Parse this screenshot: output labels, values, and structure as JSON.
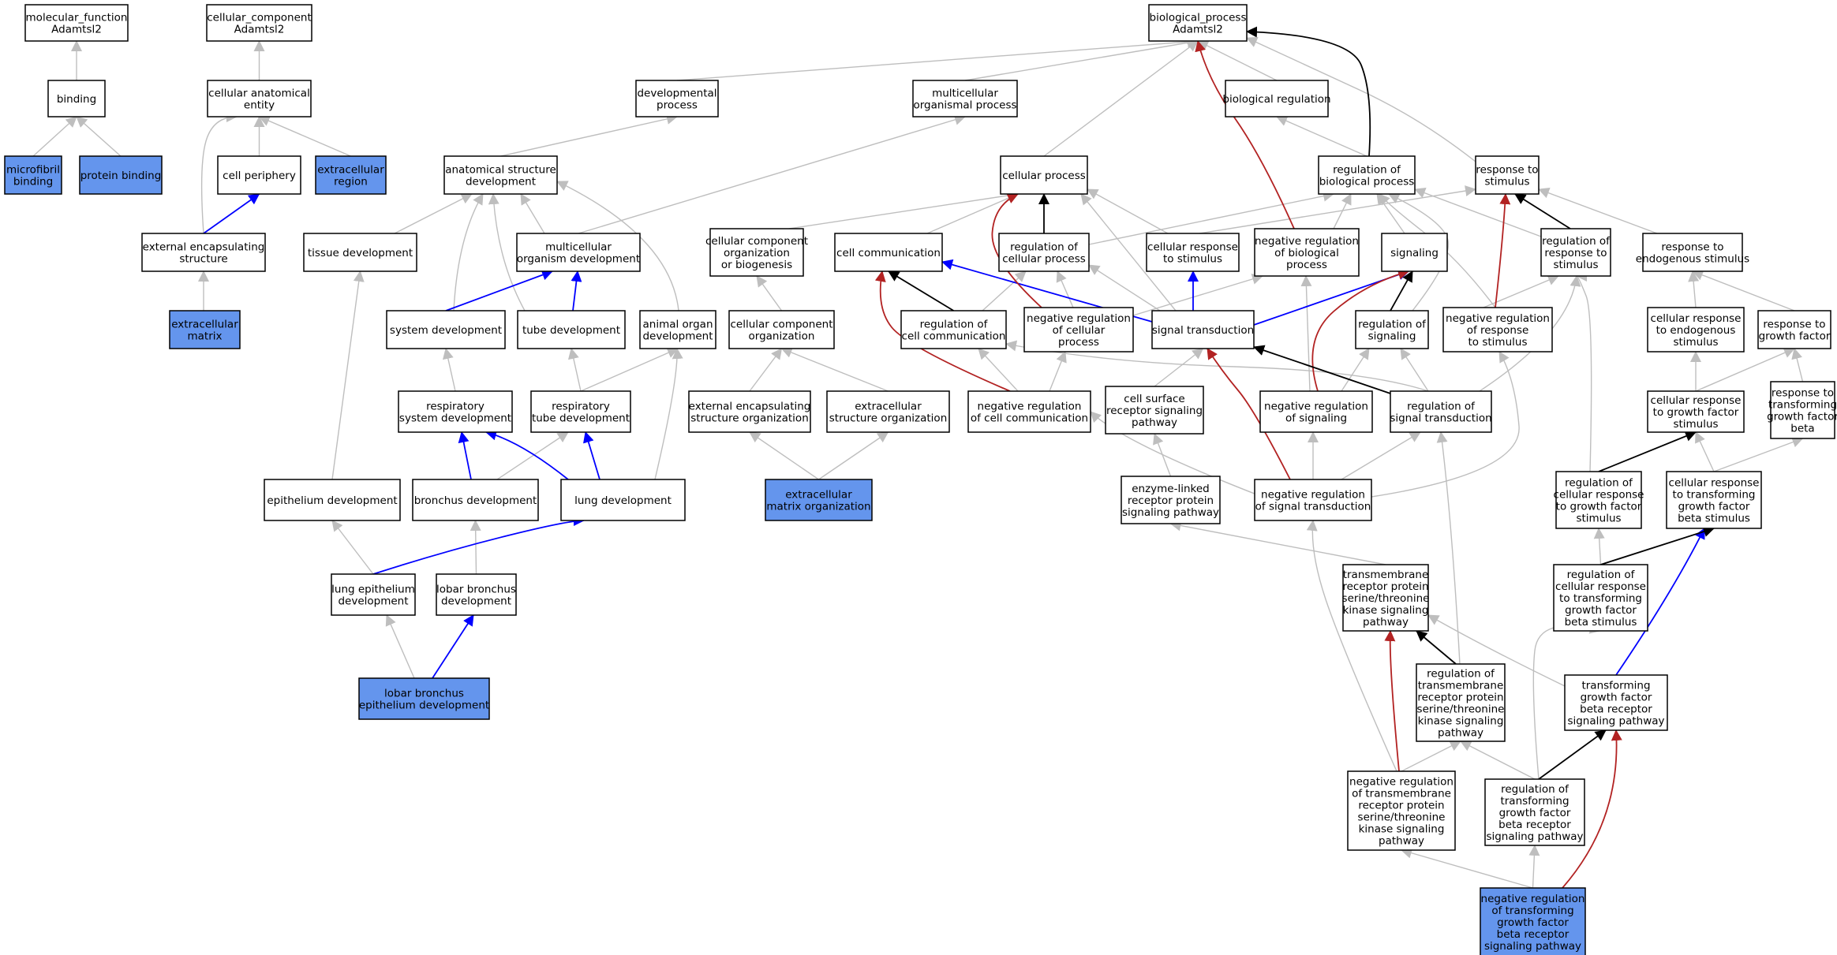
{
  "colors": {
    "plain_fill": "#ffffff",
    "highlight_fill": "#6495ed",
    "is_a_edge": "#bebebe",
    "part_of_edge": "#000000",
    "regulates_edge": "#0000ff",
    "negatively_regulates_edge": "#b22222"
  },
  "nodes": [
    {
      "id": "mf",
      "lines": [
        "molecular_function",
        "Adamtsl2"
      ],
      "highlight": false
    },
    {
      "id": "binding",
      "lines": [
        "binding"
      ],
      "highlight": false
    },
    {
      "id": "microfibril",
      "lines": [
        "microfibril",
        "binding"
      ],
      "highlight": true
    },
    {
      "id": "protbind",
      "lines": [
        "protein binding"
      ],
      "highlight": true
    },
    {
      "id": "cc",
      "lines": [
        "cellular_component",
        "Adamtsl2"
      ],
      "highlight": false
    },
    {
      "id": "cae",
      "lines": [
        "cellular anatomical",
        "entity"
      ],
      "highlight": false
    },
    {
      "id": "cellper",
      "lines": [
        "cell periphery"
      ],
      "highlight": false
    },
    {
      "id": "extreg",
      "lines": [
        "extracellular",
        "region"
      ],
      "highlight": true
    },
    {
      "id": "extenc",
      "lines": [
        "external encapsulating",
        "structure"
      ],
      "highlight": false
    },
    {
      "id": "ecm",
      "lines": [
        "extracellular",
        "matrix"
      ],
      "highlight": true
    },
    {
      "id": "bp",
      "lines": [
        "biological_process",
        "Adamtsl2"
      ],
      "highlight": false
    },
    {
      "id": "devproc",
      "lines": [
        "developmental",
        "process"
      ],
      "highlight": false
    },
    {
      "id": "multiproc",
      "lines": [
        "multicellular",
        "organismal process"
      ],
      "highlight": false
    },
    {
      "id": "bioreg",
      "lines": [
        "biological regulation"
      ],
      "highlight": false
    },
    {
      "id": "asd",
      "lines": [
        "anatomical structure",
        "development"
      ],
      "highlight": false
    },
    {
      "id": "cellproc",
      "lines": [
        "cellular process"
      ],
      "highlight": false
    },
    {
      "id": "regbio",
      "lines": [
        "regulation of",
        "biological process"
      ],
      "highlight": false
    },
    {
      "id": "resp",
      "lines": [
        "response to",
        "stimulus"
      ],
      "highlight": false
    },
    {
      "id": "tissue",
      "lines": [
        "tissue development"
      ],
      "highlight": false
    },
    {
      "id": "mod",
      "lines": [
        "multicellular",
        "organism development"
      ],
      "highlight": false
    },
    {
      "id": "ccorg",
      "lines": [
        "cellular component",
        "organization",
        "or biogenesis"
      ],
      "highlight": false
    },
    {
      "id": "cellcomm",
      "lines": [
        "cell communication"
      ],
      "highlight": false
    },
    {
      "id": "regcell",
      "lines": [
        "regulation of",
        "cellular process"
      ],
      "highlight": false
    },
    {
      "id": "cellresp",
      "lines": [
        "cellular response",
        "to stimulus"
      ],
      "highlight": false
    },
    {
      "id": "negbio",
      "lines": [
        "negative regulation",
        "of biological",
        "process"
      ],
      "highlight": false
    },
    {
      "id": "signaling",
      "lines": [
        "signaling"
      ],
      "highlight": false
    },
    {
      "id": "regresp",
      "lines": [
        "regulation of",
        "response to",
        "stimulus"
      ],
      "highlight": false
    },
    {
      "id": "respendo",
      "lines": [
        "response to",
        "endogenous stimulus"
      ],
      "highlight": false
    },
    {
      "id": "sysdev",
      "lines": [
        "system development"
      ],
      "highlight": false
    },
    {
      "id": "tubedev",
      "lines": [
        "tube development"
      ],
      "highlight": false
    },
    {
      "id": "animal",
      "lines": [
        "animal organ",
        "development"
      ],
      "highlight": false
    },
    {
      "id": "ccorg2",
      "lines": [
        "cellular component",
        "organization"
      ],
      "highlight": false
    },
    {
      "id": "regcomm",
      "lines": [
        "regulation of",
        "cell communication"
      ],
      "highlight": false
    },
    {
      "id": "negcell",
      "lines": [
        "negative regulation",
        "of cellular",
        "process"
      ],
      "highlight": false
    },
    {
      "id": "sigtrans",
      "lines": [
        "signal transduction"
      ],
      "highlight": false
    },
    {
      "id": "regsig",
      "lines": [
        "regulation of",
        "signaling"
      ],
      "highlight": false
    },
    {
      "id": "negresp",
      "lines": [
        "negative regulation",
        "of response",
        "to stimulus"
      ],
      "highlight": false
    },
    {
      "id": "crendo",
      "lines": [
        "cellular response",
        "to endogenous",
        "stimulus"
      ],
      "highlight": false
    },
    {
      "id": "respgf",
      "lines": [
        "response to",
        "growth factor"
      ],
      "highlight": false
    },
    {
      "id": "respsys",
      "lines": [
        "respiratory",
        "system development"
      ],
      "highlight": false
    },
    {
      "id": "resptube",
      "lines": [
        "respiratory",
        "tube development"
      ],
      "highlight": false
    },
    {
      "id": "extencorg",
      "lines": [
        "external encapsulating",
        "structure organization"
      ],
      "highlight": false
    },
    {
      "id": "extstruct",
      "lines": [
        "extracellular",
        "structure organization"
      ],
      "highlight": false
    },
    {
      "id": "negcomm",
      "lines": [
        "negative regulation",
        "of cell communication"
      ],
      "highlight": false
    },
    {
      "id": "csrsp",
      "lines": [
        "cell surface",
        "receptor signaling",
        "pathway"
      ],
      "highlight": false
    },
    {
      "id": "negsig",
      "lines": [
        "negative regulation",
        "of signaling"
      ],
      "highlight": false
    },
    {
      "id": "regst",
      "lines": [
        "regulation of",
        "signal transduction"
      ],
      "highlight": false
    },
    {
      "id": "crgf",
      "lines": [
        "cellular response",
        "to growth factor",
        "stimulus"
      ],
      "highlight": false
    },
    {
      "id": "rtgfb",
      "lines": [
        "response to",
        "transforming",
        "growth factor",
        "beta"
      ],
      "highlight": false
    },
    {
      "id": "epdev",
      "lines": [
        "epithelium development"
      ],
      "highlight": false
    },
    {
      "id": "bronch",
      "lines": [
        "bronchus development"
      ],
      "highlight": false
    },
    {
      "id": "lung",
      "lines": [
        "lung development"
      ],
      "highlight": false
    },
    {
      "id": "ecmorg",
      "lines": [
        "extracellular",
        "matrix organization"
      ],
      "highlight": true
    },
    {
      "id": "enzyme",
      "lines": [
        "enzyme-linked",
        "receptor protein",
        "signaling pathway"
      ],
      "highlight": false
    },
    {
      "id": "negst",
      "lines": [
        "negative regulation",
        "of signal transduction"
      ],
      "highlight": false
    },
    {
      "id": "regcrgf",
      "lines": [
        "regulation of",
        "cellular response",
        "to growth factor",
        "stimulus"
      ],
      "highlight": false
    },
    {
      "id": "crtgfb",
      "lines": [
        "cellular response",
        "to transforming",
        "growth factor",
        "beta stimulus"
      ],
      "highlight": false
    },
    {
      "id": "lungepi",
      "lines": [
        "lung epithelium",
        "development"
      ],
      "highlight": false
    },
    {
      "id": "lobar",
      "lines": [
        "lobar bronchus",
        "development"
      ],
      "highlight": false
    },
    {
      "id": "tmrsp",
      "lines": [
        "transmembrane",
        "receptor protein",
        "serine/threonine",
        "kinase signaling",
        "pathway"
      ],
      "highlight": false
    },
    {
      "id": "regcrtgfb",
      "lines": [
        "regulation of",
        "cellular response",
        "to transforming",
        "growth factor",
        "beta stimulus"
      ],
      "highlight": false
    },
    {
      "id": "lobarepi",
      "lines": [
        "lobar bronchus",
        "epithelium development"
      ],
      "highlight": true
    },
    {
      "id": "regtm",
      "lines": [
        "regulation of",
        "transmembrane",
        "receptor protein",
        "serine/threonine",
        "kinase signaling",
        "pathway"
      ],
      "highlight": false
    },
    {
      "id": "tgfb",
      "lines": [
        "transforming",
        "growth factor",
        "beta receptor",
        "signaling pathway"
      ],
      "highlight": false
    },
    {
      "id": "negtm",
      "lines": [
        "negative regulation",
        "of transmembrane",
        "receptor protein",
        "serine/threonine",
        "kinase signaling",
        "pathway"
      ],
      "highlight": false
    },
    {
      "id": "regtgfb",
      "lines": [
        "regulation of",
        "transforming",
        "growth factor",
        "beta receptor",
        "signaling pathway"
      ],
      "highlight": false
    },
    {
      "id": "negtgfb",
      "lines": [
        "negative regulation",
        "of transforming",
        "growth factor",
        "beta receptor",
        "signaling pathway"
      ],
      "highlight": true
    }
  ],
  "edges": [
    {
      "from": "binding",
      "to": "mf",
      "type": "is_a"
    },
    {
      "from": "microfibril",
      "to": "binding",
      "type": "is_a"
    },
    {
      "from": "protbind",
      "to": "binding",
      "type": "is_a"
    },
    {
      "from": "cae",
      "to": "cc",
      "type": "is_a"
    },
    {
      "from": "cellper",
      "to": "cae",
      "type": "is_a"
    },
    {
      "from": "extreg",
      "to": "cae",
      "type": "is_a"
    },
    {
      "from": "extenc",
      "to": "cae",
      "type": "is_a"
    },
    {
      "from": "extenc",
      "to": "cellper",
      "type": "regulates"
    },
    {
      "from": "ecm",
      "to": "extenc",
      "type": "is_a"
    },
    {
      "from": "devproc",
      "to": "bp",
      "type": "is_a"
    },
    {
      "from": "multiproc",
      "to": "bp",
      "type": "is_a"
    },
    {
      "from": "bioreg",
      "to": "bp",
      "type": "is_a"
    },
    {
      "from": "cellproc",
      "to": "bp",
      "type": "is_a"
    },
    {
      "from": "resp",
      "to": "bp",
      "type": "is_a"
    },
    {
      "from": "regbio",
      "to": "bp",
      "type": "part_of"
    },
    {
      "from": "negbio",
      "to": "bp",
      "type": "negatively_regulates"
    },
    {
      "from": "regbio",
      "to": "bioreg",
      "type": "is_a"
    },
    {
      "from": "asd",
      "to": "devproc",
      "type": "is_a"
    },
    {
      "from": "tissue",
      "to": "asd",
      "type": "is_a"
    },
    {
      "from": "mod",
      "to": "asd",
      "type": "is_a"
    },
    {
      "from": "sysdev",
      "to": "asd",
      "type": "is_a"
    },
    {
      "from": "tubedev",
      "to": "asd",
      "type": "is_a"
    },
    {
      "from": "animal",
      "to": "asd",
      "type": "is_a"
    },
    {
      "from": "mod",
      "to": "multiproc",
      "type": "is_a"
    },
    {
      "from": "sysdev",
      "to": "mod",
      "type": "regulates"
    },
    {
      "from": "tubedev",
      "to": "mod",
      "type": "regulates"
    },
    {
      "from": "ccorg",
      "to": "cellproc",
      "type": "is_a"
    },
    {
      "from": "cellcomm",
      "to": "cellproc",
      "type": "is_a"
    },
    {
      "from": "regcell",
      "to": "cellproc",
      "type": "part_of"
    },
    {
      "from": "cellresp",
      "to": "cellproc",
      "type": "is_a"
    },
    {
      "from": "negcell",
      "to": "cellproc",
      "type": "negatively_regulates"
    },
    {
      "from": "sigtrans",
      "to": "cellproc",
      "type": "is_a"
    },
    {
      "from": "regcell",
      "to": "regbio",
      "type": "is_a"
    },
    {
      "from": "negbio",
      "to": "regbio",
      "type": "is_a"
    },
    {
      "from": "signaling",
      "to": "regbio",
      "type": "is_a"
    },
    {
      "from": "regresp",
      "to": "regbio",
      "type": "is_a"
    },
    {
      "from": "regsig",
      "to": "regbio",
      "type": "is_a"
    },
    {
      "from": "negresp",
      "to": "regbio",
      "type": "is_a"
    },
    {
      "from": "cellresp",
      "to": "resp",
      "type": "is_a"
    },
    {
      "from": "regresp",
      "to": "resp",
      "type": "part_of"
    },
    {
      "from": "negresp",
      "to": "resp",
      "type": "negatively_regulates"
    },
    {
      "from": "respendo",
      "to": "resp",
      "type": "is_a"
    },
    {
      "from": "epdev",
      "to": "tissue",
      "type": "is_a"
    },
    {
      "from": "ccorg2",
      "to": "ccorg",
      "type": "is_a"
    },
    {
      "from": "regcomm",
      "to": "cellcomm",
      "type": "part_of"
    },
    {
      "from": "negcomm",
      "to": "cellcomm",
      "type": "negatively_regulates"
    },
    {
      "from": "sigtrans",
      "to": "cellcomm",
      "type": "regulates"
    },
    {
      "from": "regcomm",
      "to": "regcell",
      "type": "is_a"
    },
    {
      "from": "negcell",
      "to": "regcell",
      "type": "is_a"
    },
    {
      "from": "negcell",
      "to": "negbio",
      "type": "is_a"
    },
    {
      "from": "sigtrans",
      "to": "regcell",
      "type": "is_a"
    },
    {
      "from": "sigtrans",
      "to": "cellresp",
      "type": "regulates"
    },
    {
      "from": "negsig",
      "to": "negbio",
      "type": "is_a"
    },
    {
      "from": "sigtrans",
      "to": "signaling",
      "type": "regulates"
    },
    {
      "from": "regsig",
      "to": "signaling",
      "type": "part_of"
    },
    {
      "from": "negsig",
      "to": "signaling",
      "type": "negatively_regulates"
    },
    {
      "from": "negresp",
      "to": "regresp",
      "type": "is_a"
    },
    {
      "from": "regst",
      "to": "regresp",
      "type": "is_a"
    },
    {
      "from": "crendo",
      "to": "respendo",
      "type": "is_a"
    },
    {
      "from": "respgf",
      "to": "respendo",
      "type": "is_a"
    },
    {
      "from": "respsys",
      "to": "sysdev",
      "type": "is_a"
    },
    {
      "from": "resptube",
      "to": "tubedev",
      "type": "is_a"
    },
    {
      "from": "resptube",
      "to": "animal",
      "type": "is_a"
    },
    {
      "from": "extencorg",
      "to": "ccorg2",
      "type": "is_a"
    },
    {
      "from": "extstruct",
      "to": "ccorg2",
      "type": "is_a"
    },
    {
      "from": "negcomm",
      "to": "regcomm",
      "type": "is_a"
    },
    {
      "from": "negcomm",
      "to": "negcell",
      "type": "is_a"
    },
    {
      "from": "csrsp",
      "to": "sigtrans",
      "type": "is_a"
    },
    {
      "from": "negst",
      "to": "sigtrans",
      "type": "negatively_regulates"
    },
    {
      "from": "regst",
      "to": "sigtrans",
      "type": "part_of"
    },
    {
      "from": "regst",
      "to": "regcomm",
      "type": "is_a"
    },
    {
      "from": "negsig",
      "to": "regsig",
      "type": "is_a"
    },
    {
      "from": "regst",
      "to": "regsig",
      "type": "is_a"
    },
    {
      "from": "negst",
      "to": "negresp",
      "type": "is_a"
    },
    {
      "from": "crgf",
      "to": "crendo",
      "type": "is_a"
    },
    {
      "from": "crgf",
      "to": "respgf",
      "type": "is_a"
    },
    {
      "from": "rtgfb",
      "to": "respgf",
      "type": "is_a"
    },
    {
      "from": "bronch",
      "to": "respsys",
      "type": "regulates"
    },
    {
      "from": "lung",
      "to": "respsys",
      "type": "regulates"
    },
    {
      "from": "bronch",
      "to": "resptube",
      "type": "is_a"
    },
    {
      "from": "lung",
      "to": "resptube",
      "type": "regulates"
    },
    {
      "from": "lung",
      "to": "animal",
      "type": "is_a"
    },
    {
      "from": "ecmorg",
      "to": "extencorg",
      "type": "is_a"
    },
    {
      "from": "ecmorg",
      "to": "extstruct",
      "type": "is_a"
    },
    {
      "from": "enzyme",
      "to": "csrsp",
      "type": "is_a"
    },
    {
      "from": "negst",
      "to": "negcomm",
      "type": "is_a"
    },
    {
      "from": "negst",
      "to": "negsig",
      "type": "is_a"
    },
    {
      "from": "negst",
      "to": "regst",
      "type": "is_a"
    },
    {
      "from": "regcrgf",
      "to": "regresp",
      "type": "is_a"
    },
    {
      "from": "regcrgf",
      "to": "crgf",
      "type": "part_of"
    },
    {
      "from": "crtgfb",
      "to": "crgf",
      "type": "is_a"
    },
    {
      "from": "crtgfb",
      "to": "rtgfb",
      "type": "is_a"
    },
    {
      "from": "lungepi",
      "to": "epdev",
      "type": "is_a"
    },
    {
      "from": "lungepi",
      "to": "lung",
      "type": "regulates"
    },
    {
      "from": "lobar",
      "to": "bronch",
      "type": "is_a"
    },
    {
      "from": "tmrsp",
      "to": "enzyme",
      "type": "is_a"
    },
    {
      "from": "regcrtgfb",
      "to": "regcrgf",
      "type": "is_a"
    },
    {
      "from": "regcrtgfb",
      "to": "crtgfb",
      "type": "part_of"
    },
    {
      "from": "lobarepi",
      "to": "lungepi",
      "type": "is_a"
    },
    {
      "from": "lobarepi",
      "to": "lobar",
      "type": "regulates"
    },
    {
      "from": "regtm",
      "to": "tmrsp",
      "type": "part_of"
    },
    {
      "from": "regtm",
      "to": "regst",
      "type": "is_a"
    },
    {
      "from": "tgfb",
      "to": "tmrsp",
      "type": "is_a"
    },
    {
      "from": "tgfb",
      "to": "crtgfb",
      "type": "regulates"
    },
    {
      "from": "negtm",
      "to": "tmrsp",
      "type": "negatively_regulates"
    },
    {
      "from": "negtm",
      "to": "regtm",
      "type": "is_a"
    },
    {
      "from": "negtm",
      "to": "negst",
      "type": "is_a"
    },
    {
      "from": "regtgfb",
      "to": "tgfb",
      "type": "part_of"
    },
    {
      "from": "regtgfb",
      "to": "regtm",
      "type": "is_a"
    },
    {
      "from": "regtgfb",
      "to": "regcrtgfb",
      "type": "is_a"
    },
    {
      "from": "negtgfb",
      "to": "negtm",
      "type": "is_a"
    },
    {
      "from": "negtgfb",
      "to": "regtgfb",
      "type": "is_a"
    },
    {
      "from": "negtgfb",
      "to": "tgfb",
      "type": "negatively_regulates"
    }
  ]
}
